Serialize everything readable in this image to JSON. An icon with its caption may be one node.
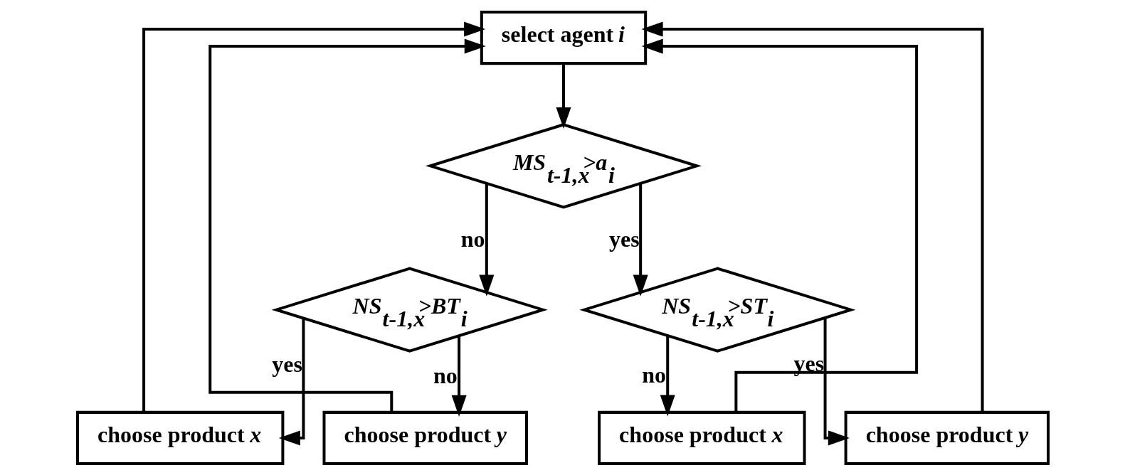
{
  "diagram": {
    "nodes": [
      {
        "text": [
          "select agent *i*"
        ]
      },
      {
        "text": [
          "MS$_{t-1,x}$>a$_{i}$"
        ]
      },
      {
        "text": [
          "NS$_{t-1,x}$>BT$_{i}$"
        ]
      },
      {
        "text": [
          "NS$_{t-1,x}$>ST$_{i}$"
        ]
      },
      {
        "text": [
          "choose product *x*"
        ]
      },
      {
        "text": [
          "choose product *y*"
        ]
      },
      {
        "text": [
          "choose product *x*"
        ]
      },
      {
        "text": [
          "choose product *y*"
        ]
      }
    ],
    "edges": [
      {
        "from": 0,
        "to": 1,
        "arrow": "to"
      },
      {
        "from": 1,
        "to": 2,
        "arrow": "to",
        "label": "no"
      },
      {
        "from": 1,
        "to": 3,
        "arrow": "to",
        "label": "yes"
      },
      {
        "from": 2,
        "to": 4,
        "arrow": "to",
        "label": "yes"
      },
      {
        "from": 2,
        "to": 5,
        "arrow": "to",
        "label": "no"
      },
      {
        "from": 3,
        "to": 6,
        "arrow": "to",
        "label": "no"
      },
      {
        "from": 3,
        "to": 7,
        "arrow": "to",
        "label": "yes"
      },
      {
        "from": 4,
        "to": 0,
        "arrow": "to"
      },
      {
        "from": 5,
        "to": 0,
        "arrow": "to"
      },
      {
        "from": 6,
        "to": 0,
        "arrow": "to"
      },
      {
        "from": 7,
        "to": 0,
        "arrow": "to"
      }
    ]
  }
}
